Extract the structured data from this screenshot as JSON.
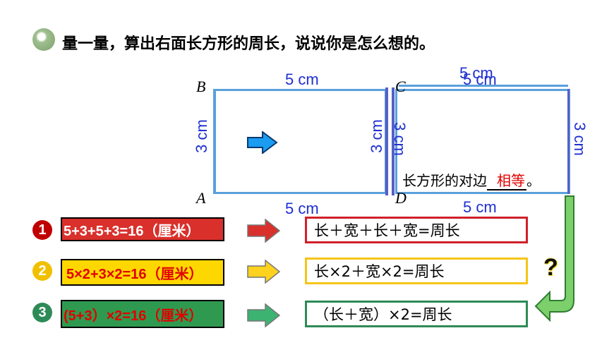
{
  "title": "量一量，算出右面长方形的周长，说说你是怎么想的。",
  "left_rect": {
    "top_label": "5 cm",
    "bottom_label": "5 cm",
    "left_label": "3 cm",
    "right_label": "3 cm",
    "corner_top": "B",
    "corner_bottom": "A"
  },
  "right_rect": {
    "top_label": "5 cm",
    "top_label_shadow": "5 cm",
    "bottom_label": "5 cm",
    "left_label": "3 cm",
    "right_label": "3 cm",
    "corner_top": "C",
    "corner_bottom": "D"
  },
  "statement": {
    "prefix": "长方形的对边",
    "answer": "相等",
    "suffix": "。"
  },
  "methods": [
    {
      "number": "1",
      "color": "#c00000",
      "formula": "5+3+5+3=16（厘米）",
      "formula_bg": "#d9302c",
      "formula_color": "#ffffff",
      "box_border": "#d0202a",
      "words": "长＋宽＋长＋宽=周长",
      "arrow_color": "#d9302c"
    },
    {
      "number": "2",
      "color": "#f0c000",
      "formula": "5×2+3×2=16（厘米）",
      "formula_bg": "#ffd700",
      "formula_color": "#e00000",
      "box_border": "#f5c518",
      "words": "长×2＋宽×2=周长",
      "arrow_color": "#ffd21f"
    },
    {
      "number": "3",
      "color": "#2e8b57",
      "formula": "(5+3）×2=16（厘米）",
      "formula_bg": "#2f9a4f",
      "formula_color": "#e00000",
      "box_border": "#2e8b57",
      "words": "（长＋宽）×2=周长",
      "arrow_color": "#3cb371"
    }
  ],
  "question_mark": "?",
  "colors": {
    "rect_stroke": "#5aa0dc",
    "side_stroke": "#5560c8",
    "label_blue": "#1f2fd0",
    "move_arrow": "#1a9cf0",
    "answer_red": "#e00000"
  }
}
